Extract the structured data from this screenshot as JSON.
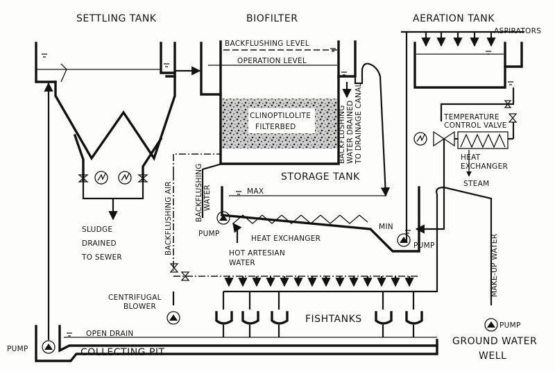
{
  "labels": {
    "settling_tank": "SETTLING TANK",
    "biofilter": "BIOFILTER",
    "aeration_tank": "AERATION TANK",
    "aspirators": "ASPIRATORS",
    "backflushing_level": "BACKFLUSHING LEVEL",
    "operation_level": "OPERATION LEVEL",
    "filterbed_line1": "CLINOPTILOLITE",
    "filterbed_line2": "FILTERBED",
    "backflushing_water_drained_1": "BACKFLUSHING",
    "backflushing_water_drained_2": "WATER DRAINED",
    "backflushing_water_drained_3": "TO DRAINAGE CANAL",
    "temperature_control_valve_1": "TEMPERATURE",
    "temperature_control_valve_2": "CONTROL VALVE",
    "heat_exchanger_right_1": "HEAT",
    "heat_exchanger_right_2": "EXCHANGER",
    "steam": "STEAM",
    "storage_tank": "STORAGE TANK",
    "max": "MAX",
    "min": "MIN",
    "backflushing_water_1": "BACKFLUSHING",
    "backflushing_water_2": "WATER",
    "backflushing_air": "BACKFLUSHING AIR",
    "pump_left": "PUMP",
    "heat_exchanger": "HEAT EXCHANGER",
    "hot_artesian_1": "HOT ARTESIAN",
    "hot_artesian_2": "WATER",
    "pump_right": "PUMP",
    "sludge_1": "SLUDGE",
    "sludge_2": "DRAINED",
    "sludge_3": "TO SEWER",
    "centrifugal_1": "CENTRIFUGAL",
    "centrifugal_2": "BLOWER",
    "make_up_water": "MAKE-UP WATER",
    "fishtanks": "FISHTANKS",
    "pump_ground": "PUMP",
    "ground_water_1": "GROUND WATER",
    "ground_water_2": "WELL",
    "pump_pit": "PUMP",
    "open_drain": "OPEN DRAIN",
    "collecting_pit": "COLLECTING PIT"
  }
}
